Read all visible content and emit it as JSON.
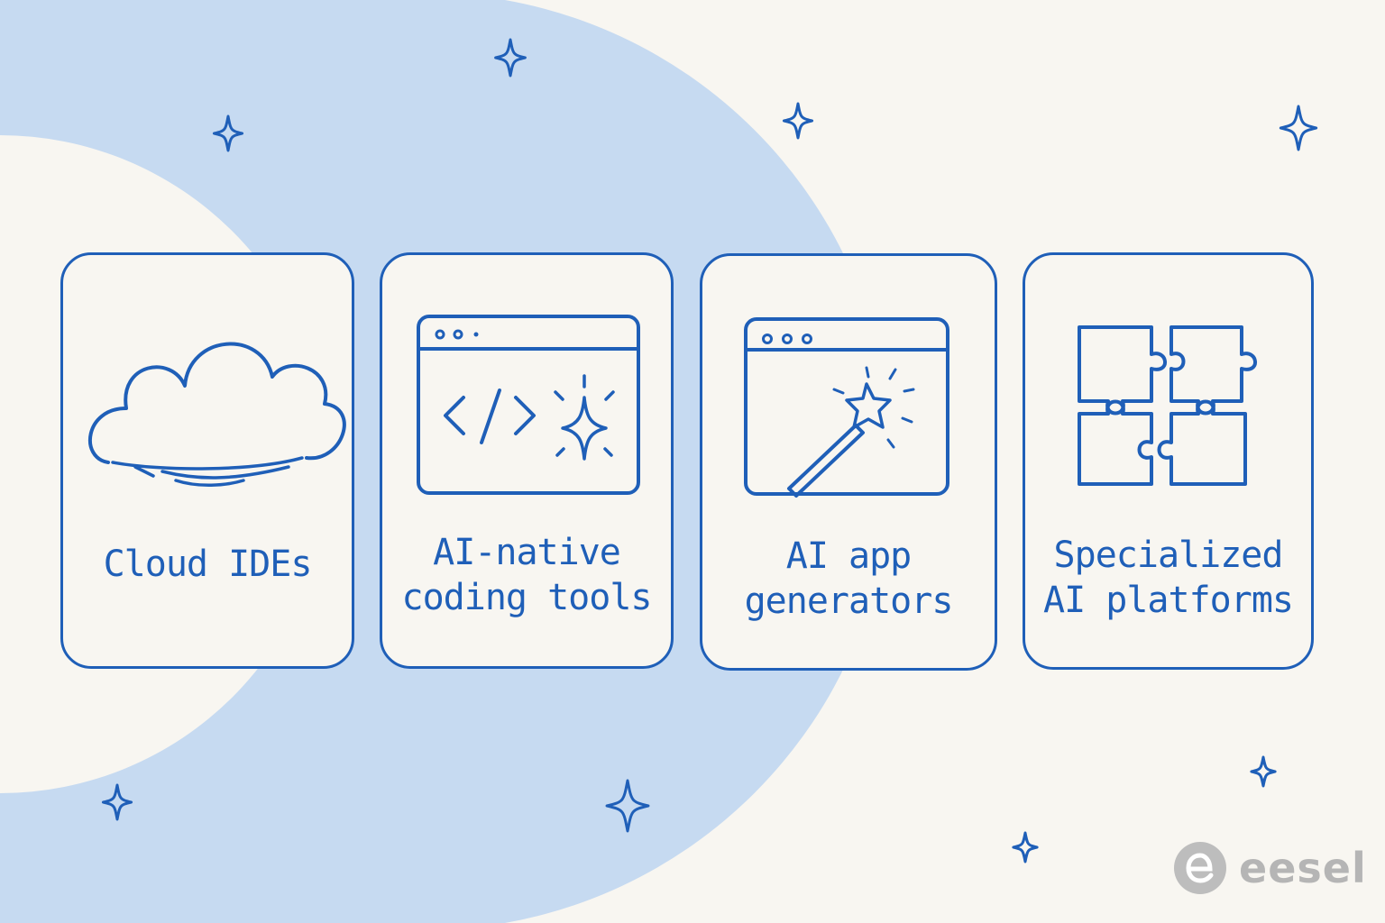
{
  "colors": {
    "background": "#f8f6f1",
    "accent": "#1f5fb8",
    "arc": "#c6daf1",
    "brand_gray": "#bdbdbd"
  },
  "cards": [
    {
      "icon": "cloud-icon",
      "lines": [
        "Cloud IDEs"
      ]
    },
    {
      "icon": "code-sparkle-window-icon",
      "lines": [
        "AI-native",
        "coding tools"
      ]
    },
    {
      "icon": "magic-wand-window-icon",
      "lines": [
        "AI app",
        "generators"
      ]
    },
    {
      "icon": "puzzle-pieces-icon",
      "lines": [
        "Specialized",
        "AI platforms"
      ]
    }
  ],
  "brand": {
    "name": "eesel",
    "icon": "eesel-logo-icon"
  }
}
